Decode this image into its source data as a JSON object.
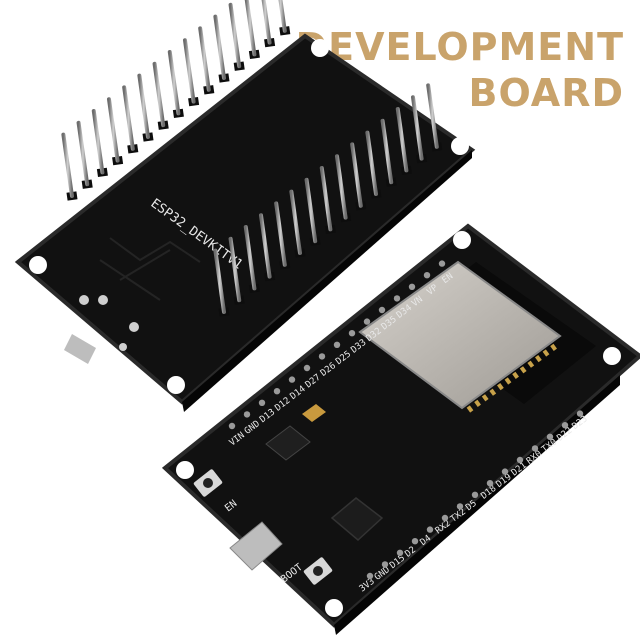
{
  "headline": {
    "line1": "DEVELOPMENT",
    "line2": "BOARD"
  },
  "back_board": {
    "silkscreen": "ESP32_DEVKITV1"
  },
  "front_board": {
    "pin_labels_top": [
      "VIN",
      "GND",
      "D13",
      "D12",
      "D14",
      "D27",
      "D26",
      "D25",
      "D33",
      "D32",
      "D35",
      "D34",
      "VN",
      "VP",
      "EN"
    ],
    "pin_labels_bottom": [
      "3V3",
      "GND",
      "D15",
      "D2",
      "D4",
      "RX2",
      "TX2",
      "D5",
      "D18",
      "D19",
      "D21",
      "RX0",
      "TX0",
      "D22",
      "D23"
    ],
    "button_en_label": "EN",
    "button_boot_label": "BOOT"
  },
  "colors": {
    "pcb": "#121212",
    "pcb_edge": "#2a2a2a",
    "silkscreen": "#e8e8e8",
    "header_pins": "#8a8a8a",
    "module_shield": "#b8b4ae",
    "headline": "#c9a36b"
  }
}
